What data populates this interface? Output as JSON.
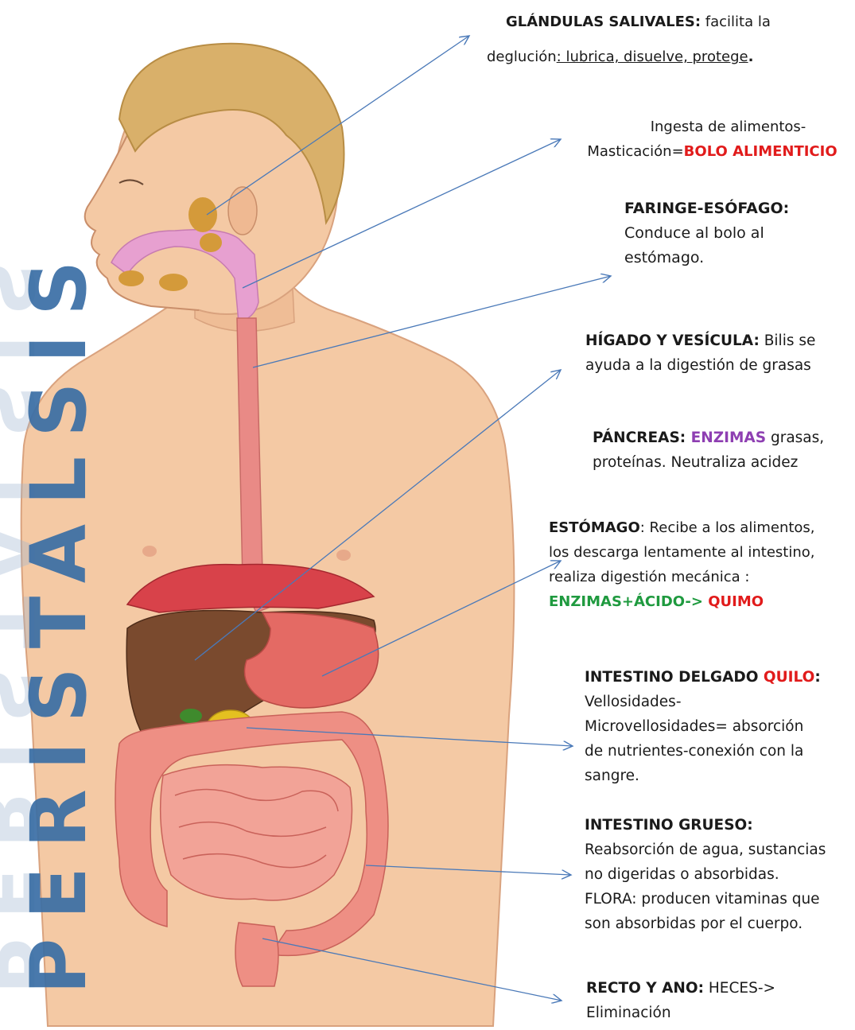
{
  "side_title": "PERISTALSIS",
  "labels": {
    "salivales": {
      "title": "GLÁNDULAS SALIVALES:",
      "text1": " facilita la",
      "text2": "deglución",
      "text3": ": lubrica, disuelve, protege",
      "dot": "."
    },
    "ingesta": {
      "line1": "Ingesta de alimentos-",
      "line2": "Masticación=",
      "highlight": "BOLO ALIMENTICIO"
    },
    "faringe": {
      "title": "FARINGE-ESÓFAGO:",
      "line1": "Conduce al bolo  al",
      "line2": "estómago."
    },
    "higado": {
      "title": "HÍGADO Y VESÍCULA:",
      "text1": "  Bilis se",
      "line2": "ayuda a la digestión de  grasas"
    },
    "pancreas": {
      "title": "PÁNCREAS: ",
      "highlight": "ENZIMAS",
      "text1": " grasas,",
      "line2": "proteínas. Neutraliza acidez"
    },
    "estomago": {
      "title": "ESTÓMAGO",
      "text1": ": Recibe a los alimentos,",
      "line2": "los descarga lentamente al intestino,",
      "line3": "realiza digestión mecánica :",
      "green": "ENZIMAS+ÁCIDO-> ",
      "red": "QUIMO"
    },
    "delgado": {
      "title": "INTESTINO DELGADO ",
      "red": "QUILO",
      "colon": ":",
      "line1": "Vellosidades-",
      "line2": "Microvellosidades= absorción",
      "line3": "de nutrientes-conexión con la",
      "line4": "sangre."
    },
    "grueso": {
      "title": "INTESTINO GRUESO:",
      "line1": "Reabsorción de agua, sustancias",
      "line2": "no digeridas o absorbidas.",
      "line3": "FLORA: producen  vitaminas que",
      "line4": "son absorbidas por el cuerpo."
    },
    "recto": {
      "title": "RECTO Y ANO:",
      "text1": " HECES->",
      "line2": "Eliminación"
    }
  },
  "colors": {
    "skin": "#f4c9a4",
    "hair": "#d9b06a",
    "esophagus": "#e98a86",
    "pharynx": "#e7a0d0",
    "liver": "#7a4a2e",
    "stomach": "#e46a64",
    "intestine": "#ee8f84",
    "pancreas": "#e4c020",
    "arrow": "#4a79b8",
    "title_blue": "#3a6ea5"
  }
}
